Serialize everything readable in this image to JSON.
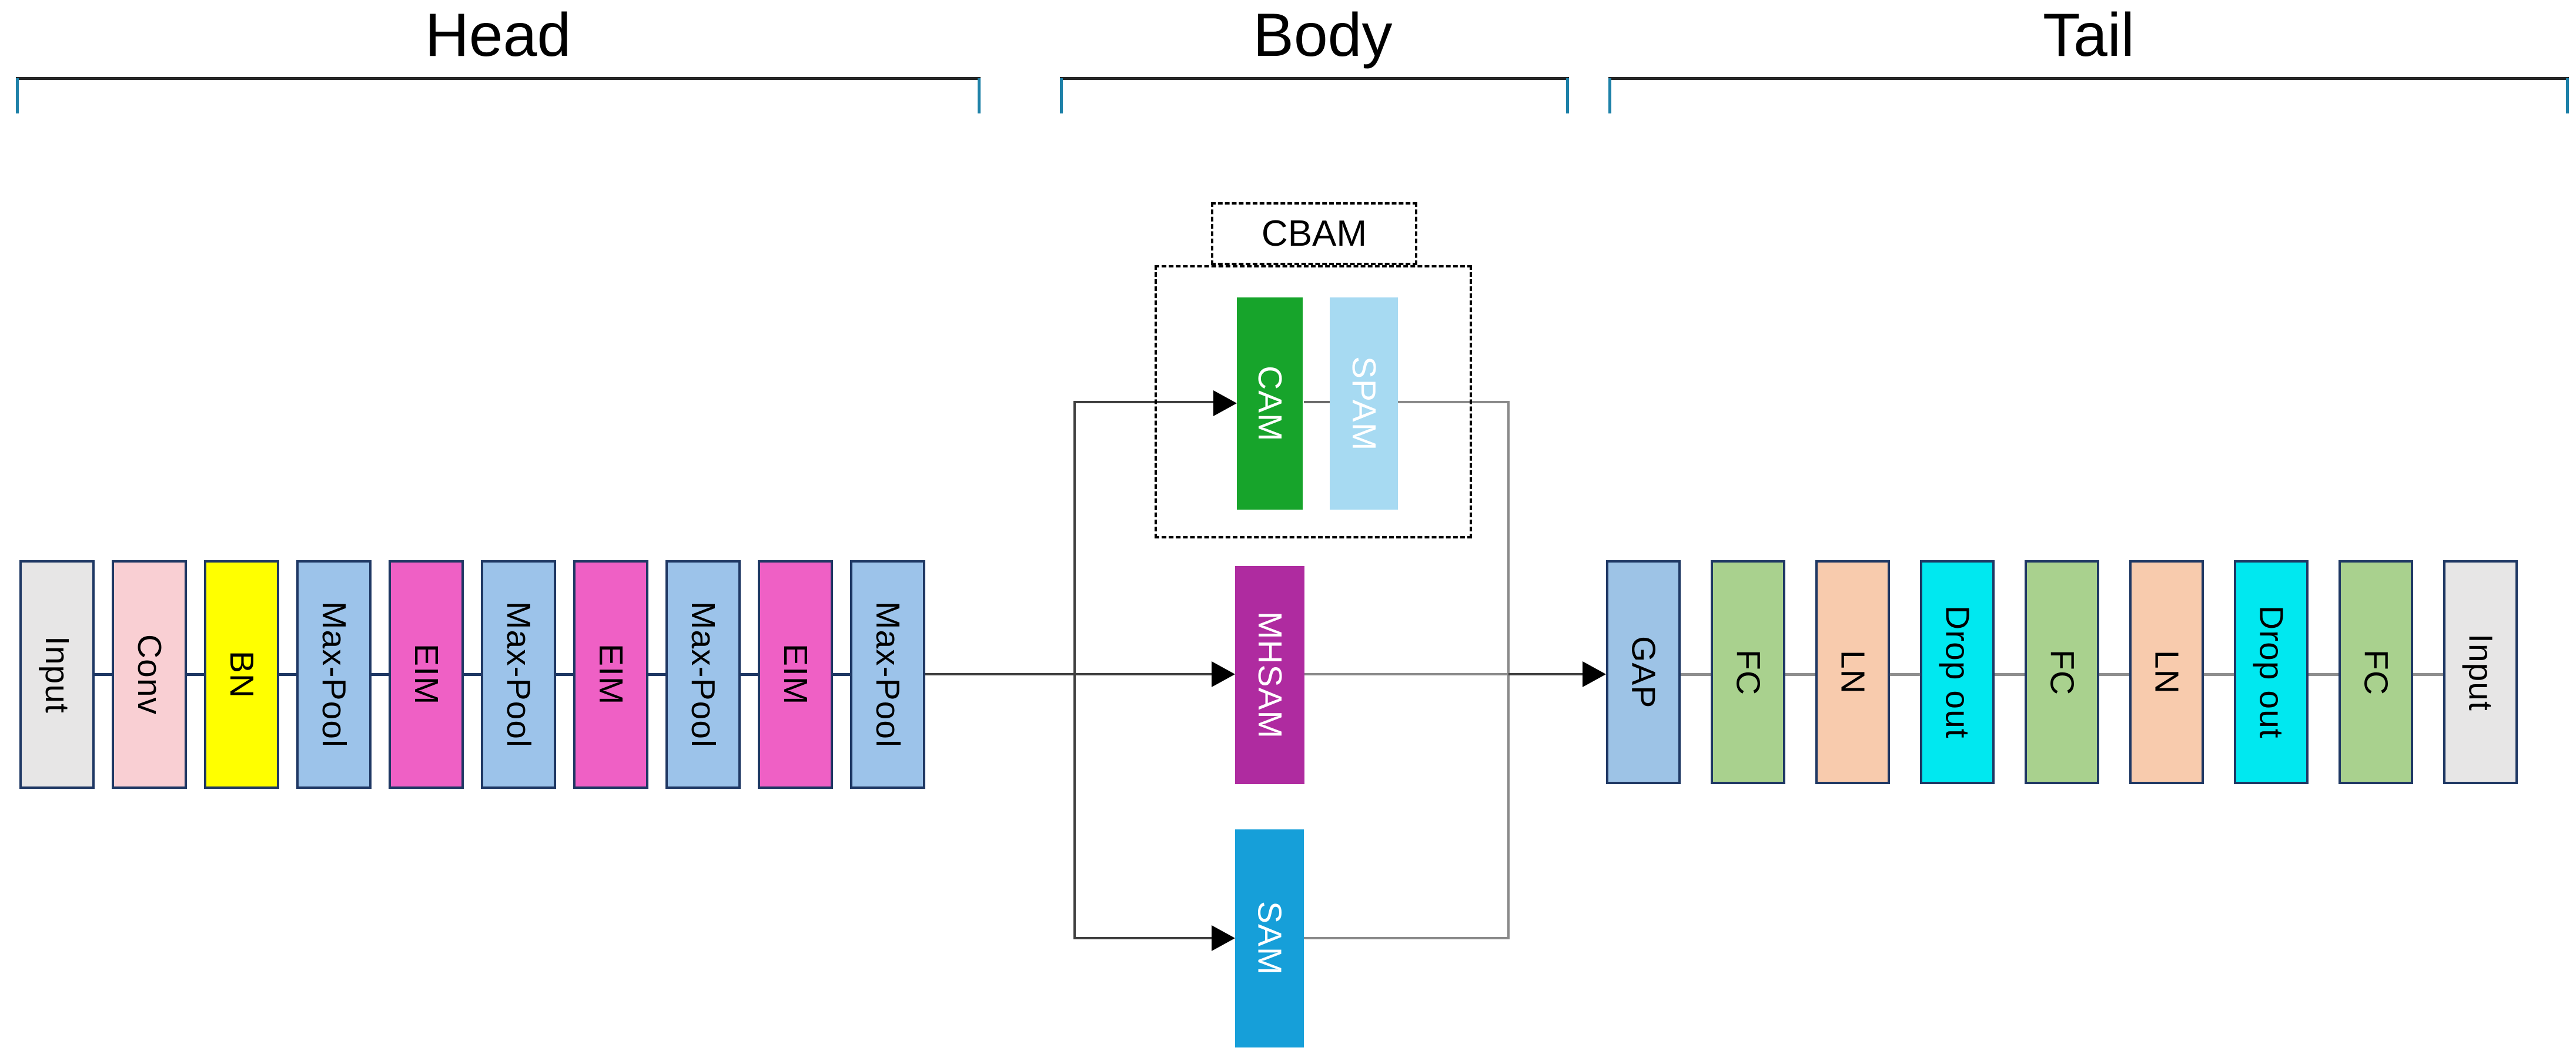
{
  "section_titles": {
    "head": "Head",
    "body": "Body",
    "tail": "Tail"
  },
  "head_chain": [
    {
      "label": "Input",
      "color": "#E7E6E6"
    },
    {
      "label": "Conv",
      "color": "#F9CFD3"
    },
    {
      "label": "BN",
      "color": "#FFFF00"
    },
    {
      "label": "Max-Pool",
      "color": "#9CC3EA"
    },
    {
      "label": "EIM",
      "color": "#EF60C5"
    },
    {
      "label": "Max-Pool",
      "color": "#9CC3EA"
    },
    {
      "label": "EIM",
      "color": "#EF60C5"
    },
    {
      "label": "Max-Pool",
      "color": "#9CC3EA"
    },
    {
      "label": "EIM",
      "color": "#EF60C5"
    },
    {
      "label": "Max-Pool",
      "color": "#9CC3EA"
    }
  ],
  "body": {
    "cbam_label": "CBAM",
    "cam": {
      "label": "CAM",
      "color": "#17A42B",
      "text": "#FFFFFF"
    },
    "spam": {
      "label": "SPAM",
      "color": "#A7DAF2",
      "text": "#FFFFFF"
    },
    "mhsam": {
      "label": "MHSAM",
      "color": "#AF2BA0",
      "text": "#FFFFFF"
    },
    "sam": {
      "label": "SAM",
      "color": "#169FD9",
      "text": "#FFFFFF"
    }
  },
  "tail_chain": [
    {
      "label": "GAP",
      "color": "#9DC3E6"
    },
    {
      "label": "FC",
      "color": "#A9D18E"
    },
    {
      "label": "LN",
      "color": "#F8CBAD"
    },
    {
      "label": "Drop out",
      "color": "#00E8F0"
    },
    {
      "label": "FC",
      "color": "#A9D18E"
    },
    {
      "label": "LN",
      "color": "#F8CBAD"
    },
    {
      "label": "Drop out",
      "color": "#00E8F0"
    },
    {
      "label": "FC",
      "color": "#A9D18E"
    },
    {
      "label": "Input",
      "color": "#E7E6E6"
    }
  ],
  "colors": {
    "box_border": "#1F3864",
    "head_connector": "#1F3864",
    "tail_connector": "#8F8F8F",
    "line_dark": "#3F3F3F",
    "line_gray": "#8A8A8A",
    "line_mid": "#6B6B6B",
    "bracket_bar": "#262626",
    "bracket_tick": "#1E81A8",
    "arrow": "#000000",
    "background": "#FFFFFF"
  }
}
